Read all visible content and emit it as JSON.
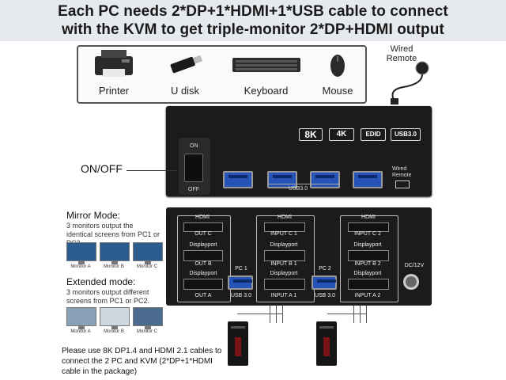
{
  "headline": {
    "line1": "Each PC needs 2*DP+1*HDMI+1*USB cable to connect",
    "line2": "with the KVM to get triple-monitor 2*DP+HDMI output"
  },
  "peripherals": {
    "items": [
      {
        "label": "Printer",
        "icon": "printer-icon"
      },
      {
        "label": "U disk",
        "icon": "usb-drive-icon"
      },
      {
        "label": "Keyboard",
        "icon": "keyboard-icon"
      },
      {
        "label": "Mouse",
        "icon": "mouse-icon"
      }
    ],
    "remote_label": "Wired\nRemote"
  },
  "kvm_front": {
    "badges": [
      "8K",
      "4K",
      "EDID",
      "USB3.0"
    ],
    "usb_label": "USB3.0",
    "remote_label": "Wired Remote",
    "switch_on": "ON",
    "switch_off": "OFF"
  },
  "onoff_label": "ON/OFF",
  "kvm_rear": {
    "hdmi": "HDMI",
    "displayport": "Displayport",
    "out_c": "OUT C",
    "out_b": "OUT B",
    "out_a": "OUT A",
    "pc1": "PC 1",
    "pc2": "PC 2",
    "input_c1": "INPUT C 1",
    "input_b1": "INPUT B 1",
    "input_a1": "INPUT A 1",
    "input_c2": "INPUT C 2",
    "input_b2": "INPUT B 2",
    "input_a2": "INPUT A 2",
    "usb30": "USB 3.0",
    "dc": "DC/12V"
  },
  "mirror": {
    "title": "Mirror Mode:",
    "desc": "3 monitors output the identical screens from PC1 or PC2.",
    "monitors": [
      "Monitor A",
      "Monitor B",
      "Monitor C"
    ]
  },
  "extended": {
    "title": "Extended mode:",
    "desc": "3 monitors output different screens from PC1 or PC2.",
    "monitors": [
      "Monitor A",
      "Monitor B",
      "Monitor C"
    ]
  },
  "bottom_note": "Please use 8K DP1.4 and HDMI 2.1 cables to connect the 2 PC and KVM (2*DP+1*HDMI cable in the package)"
}
